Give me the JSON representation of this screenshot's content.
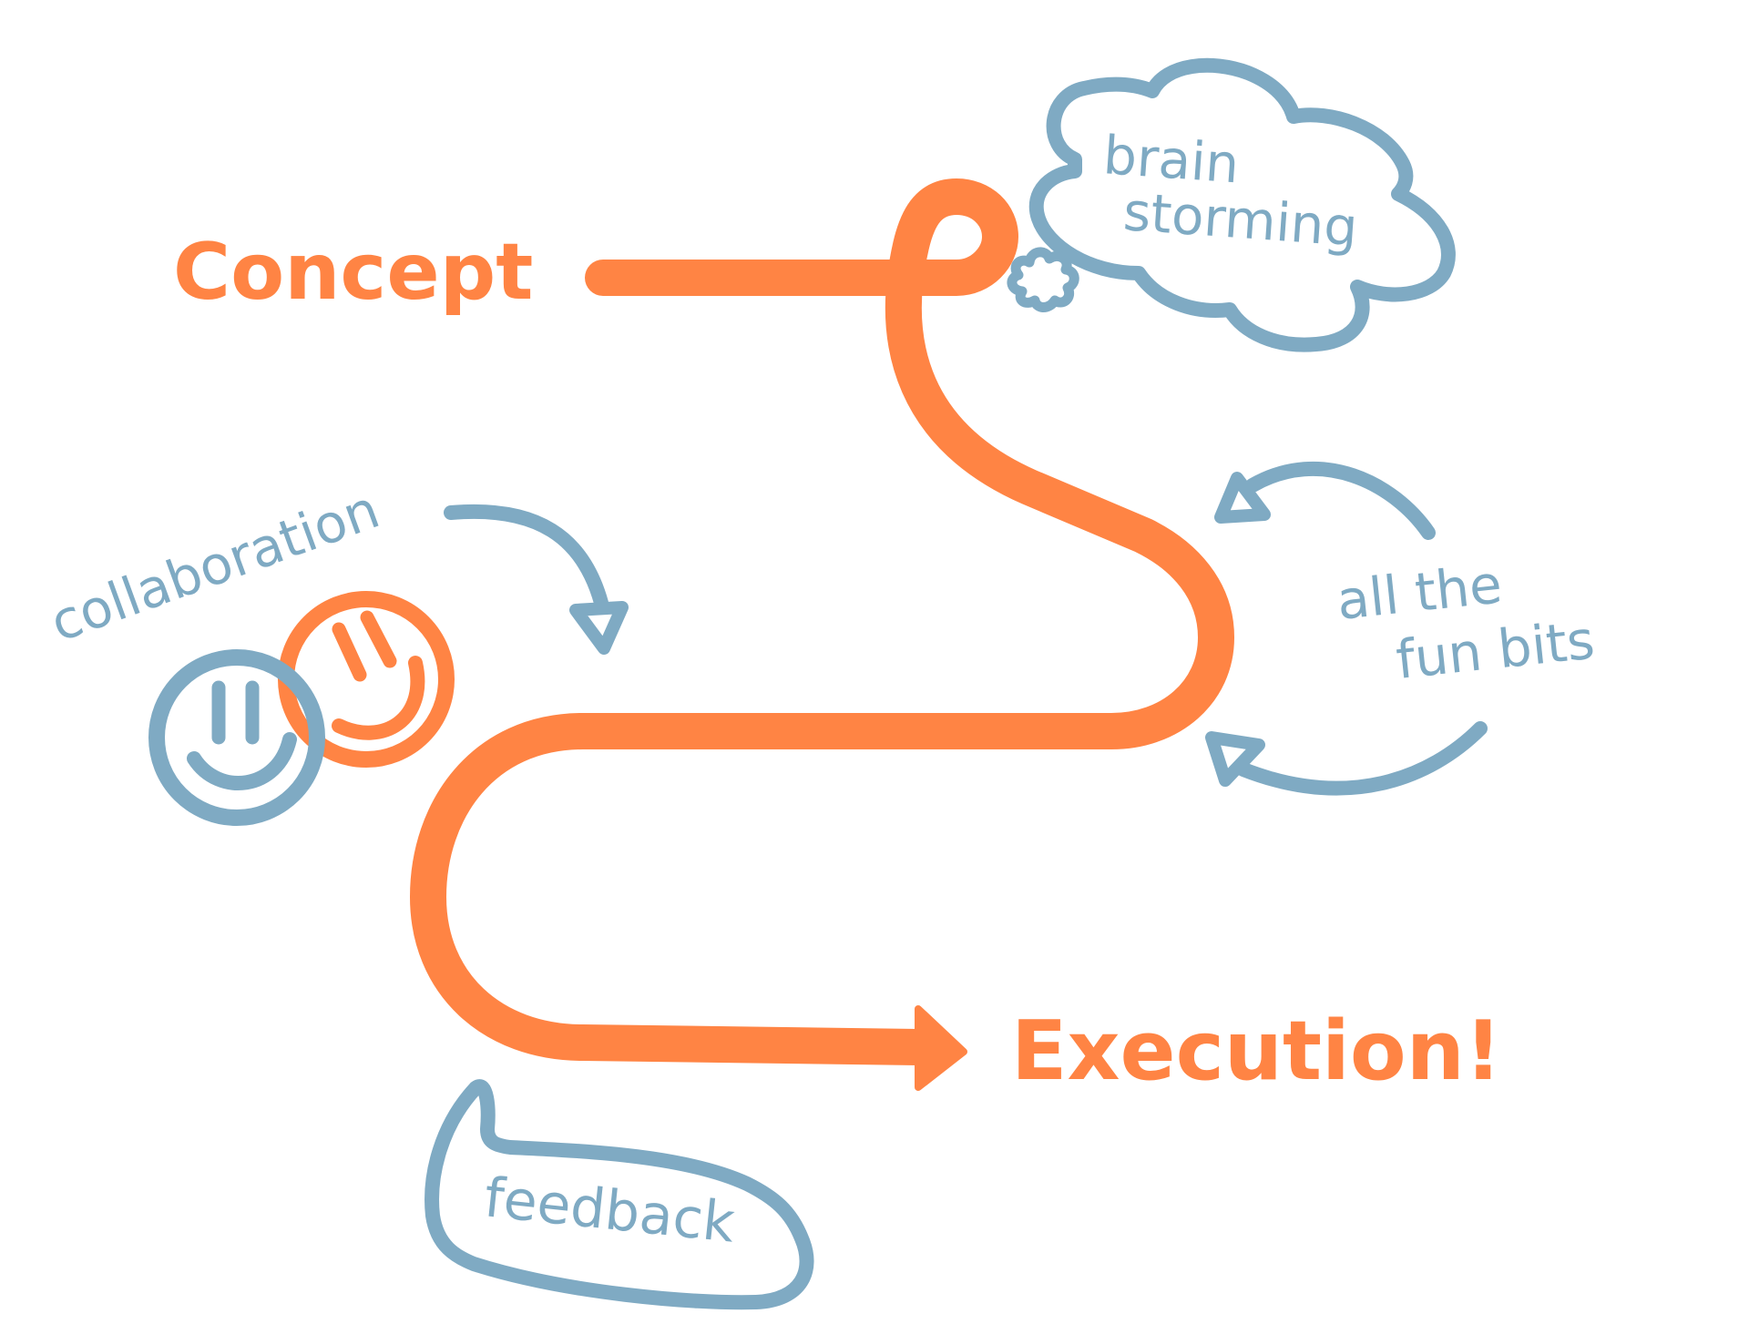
{
  "diagram": {
    "start_label": "Concept",
    "end_label": "Execution!",
    "annotations": {
      "brainstorming_line1": "brain",
      "brainstorming_line2": "storming",
      "collaboration": "collaboration",
      "fun_bits_line1": "all the",
      "fun_bits_line2": "fun bits",
      "feedback": "feedback"
    }
  },
  "colors": {
    "accent_orange": "#FF8444",
    "accent_blue": "#7FAAC3",
    "background": "#FFFFFF"
  },
  "icons": {
    "cloud": "thought-cloud-icon",
    "small_cloud": "small-thought-cloud-icon",
    "faces": "smiley-faces-icon",
    "speech_bubble": "speech-bubble-icon",
    "arrow": "curved-arrow-icon"
  }
}
